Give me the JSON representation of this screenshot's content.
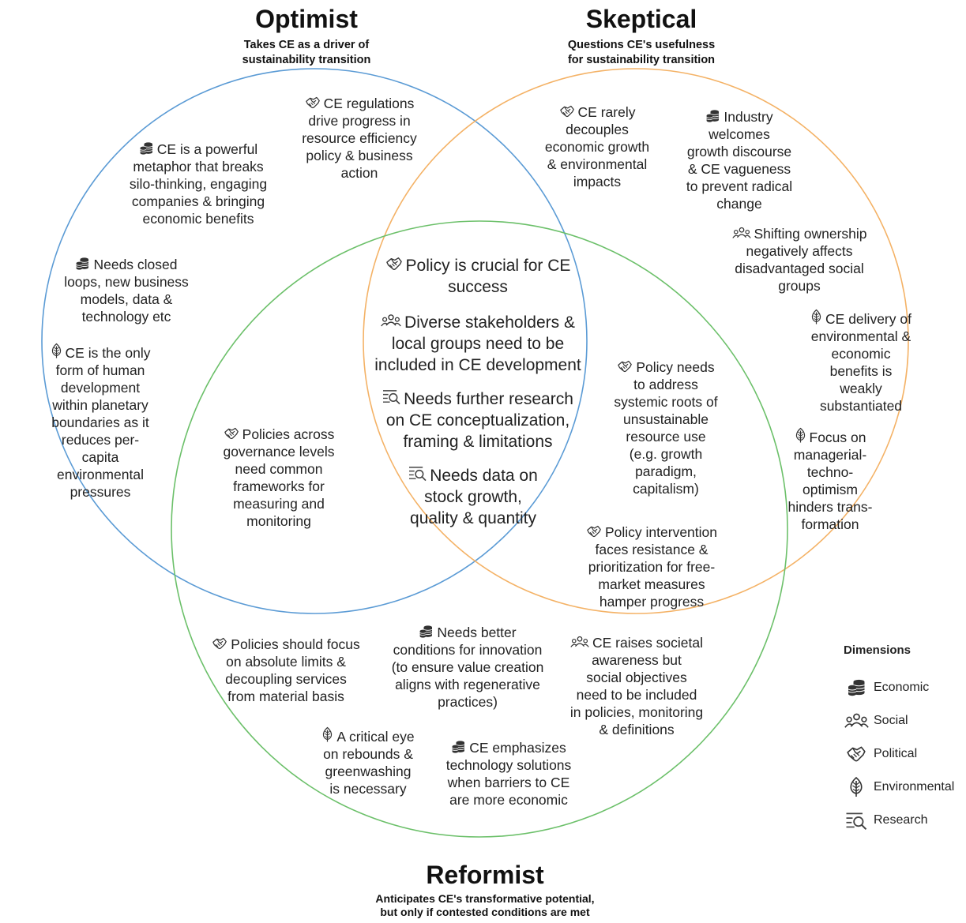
{
  "groups": {
    "optimist": {
      "title": "Optimist",
      "subtitle_1": "Takes CE as a driver of",
      "subtitle_2": "sustainability transition"
    },
    "skeptical": {
      "title": "Skeptical",
      "subtitle_1": "Questions CE's usefulness",
      "subtitle_2": "for sustainability transition"
    },
    "reformist": {
      "title": "Reformist",
      "subtitle_1": "Anticipates CE's transformative potential,",
      "subtitle_2": "but only if contested conditions are met"
    }
  },
  "colors": {
    "optimist": "#5b9bd5",
    "skeptical": "#f4b266",
    "reformist": "#6cc06a"
  },
  "statements": {
    "o1": {
      "icon": "political-icon",
      "lines": [
        "CE regulations",
        "drive progress in",
        "resource efficiency",
        "policy & business",
        "action"
      ]
    },
    "o2": {
      "icon": "economic-icon",
      "lines": [
        "CE is a powerful",
        "metaphor that breaks",
        "silo-thinking, engaging",
        "companies & bringing",
        "economic benefits"
      ]
    },
    "o3": {
      "icon": "economic-icon",
      "lines": [
        "Needs closed",
        "loops, new business",
        "models, data &",
        "technology etc"
      ]
    },
    "o4": {
      "icon": "environmental-icon",
      "lines": [
        "CE is the only",
        "form of human",
        "development",
        "within planetary",
        "boundaries as it",
        "reduces per-",
        "capita",
        "environmental",
        "pressures"
      ]
    },
    "s1": {
      "icon": "political-icon",
      "lines": [
        "CE rarely",
        "decouples",
        "economic growth",
        "& environmental",
        "impacts"
      ]
    },
    "s2": {
      "icon": "economic-icon",
      "lines": [
        "Industry",
        "welcomes",
        "growth discourse",
        "& CE vagueness",
        "to prevent radical",
        "change"
      ]
    },
    "s3": {
      "icon": "social-icon",
      "lines": [
        "Shifting ownership",
        "negatively affects",
        "disadvantaged social",
        "groups"
      ]
    },
    "s4": {
      "icon": "environmental-icon",
      "lines": [
        "CE delivery of",
        "environmental &",
        "economic",
        "benefits is",
        "weakly",
        "substantiated"
      ]
    },
    "s5": {
      "icon": "environmental-icon",
      "lines": [
        "Focus on",
        "managerial-",
        "techno-",
        "optimism",
        "hinders trans-",
        "formation"
      ]
    },
    "c1": {
      "icon": "political-icon",
      "lines": [
        "Policy is crucial for CE",
        "success"
      ]
    },
    "c2": {
      "icon": "social-icon",
      "lines": [
        "Diverse stakeholders &",
        "local groups need to be",
        "included in CE development"
      ]
    },
    "c3": {
      "icon": "research-icon",
      "lines": [
        "Needs further research",
        "on CE conceptualization,",
        "framing & limitations"
      ]
    },
    "c4": {
      "icon": "research-icon",
      "lines": [
        "Needs data on",
        "stock growth,",
        "quality & quantity"
      ]
    },
    "or1": {
      "icon": "political-icon",
      "lines": [
        "Policies across",
        "governance levels",
        "need common",
        "frameworks for",
        "measuring and",
        "monitoring"
      ]
    },
    "sr1": {
      "icon": "political-icon",
      "lines": [
        "Policy needs",
        "to address",
        "systemic roots of",
        "unsustainable",
        "resource use",
        "(e.g. growth",
        "paradigm,",
        "capitalism)"
      ]
    },
    "sr2": {
      "icon": "political-icon",
      "lines": [
        "Policy intervention",
        "faces resistance &",
        "prioritization for free-",
        "market measures",
        "hamper progress"
      ]
    },
    "r1": {
      "icon": "political-icon",
      "lines": [
        "Policies should focus",
        "on absolute limits &",
        "decoupling services",
        "from material basis"
      ]
    },
    "r2": {
      "icon": "economic-icon",
      "lines": [
        "Needs better",
        "conditions for innovation",
        "(to ensure value creation",
        "aligns with regenerative",
        "practices)"
      ]
    },
    "r3": {
      "icon": "social-icon",
      "lines": [
        "CE raises societal",
        "awareness but",
        "social objectives",
        "need to be included",
        "in policies, monitoring",
        "& definitions"
      ]
    },
    "r4": {
      "icon": "environmental-icon",
      "lines": [
        "A critical eye",
        "on rebounds &",
        "greenwashing",
        "is necessary"
      ]
    },
    "r5": {
      "icon": "economic-icon",
      "lines": [
        "CE emphasizes",
        "technology solutions",
        "when barriers to CE",
        "are more economic"
      ]
    }
  },
  "legend": {
    "title": "Dimensions",
    "items": [
      {
        "icon": "economic-icon",
        "label": "Economic"
      },
      {
        "icon": "social-icon",
        "label": "Social"
      },
      {
        "icon": "political-icon",
        "label": "Political"
      },
      {
        "icon": "environmental-icon",
        "label": "Environmental"
      },
      {
        "icon": "research-icon",
        "label": "Research"
      }
    ]
  }
}
